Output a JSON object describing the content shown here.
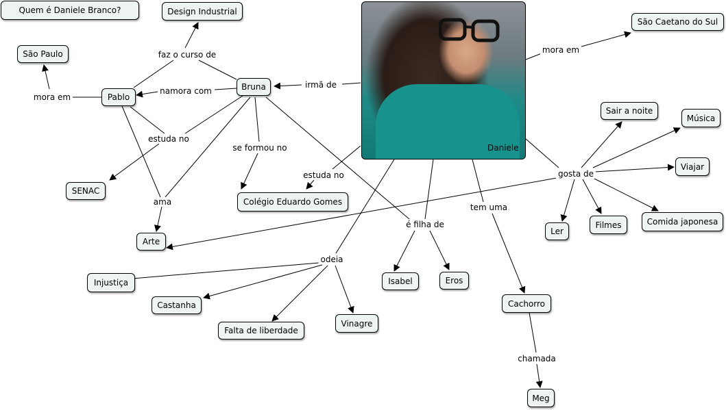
{
  "map": {
    "question": "Quem é Daniele Branco?",
    "photo_caption": "Daniele",
    "nodes": {
      "design": "Design Industrial",
      "sao_paulo": "São Paulo",
      "pablo": "Pablo",
      "bruna": "Bruna",
      "sao_caetano": "São Caetano do Sul",
      "senac": "SENAC",
      "colegio": "Colégio Eduardo Gomes",
      "arte": "Arte",
      "injustica": "Injustiça",
      "castanha": "Castanha",
      "falta": "Falta de liberdade",
      "vinagre": "Vinagre",
      "isabel": "Isabel",
      "eros": "Eros",
      "cachorro": "Cachorro",
      "meg": "Meg",
      "sair": "Sair a noite",
      "musica": "Música",
      "viajar": "Viajar",
      "ler": "Ler",
      "filmes": "Filmes",
      "comida": "Comida japonesa"
    },
    "labels": {
      "faz_curso": "faz o curso de",
      "mora_em_pablo": "mora em",
      "namora": "namora com",
      "irma": "irmã de",
      "estuda_no_bruna": "estuda no",
      "se_formou": "se formou no",
      "ama": "ama",
      "estuda_no_dani": "estuda no",
      "mora_em_dani": "mora em",
      "gosta": "gosta de",
      "odeia": "odeia",
      "filha": "é filha de",
      "tem_uma": "tem uma",
      "chamada": "chamada"
    }
  }
}
